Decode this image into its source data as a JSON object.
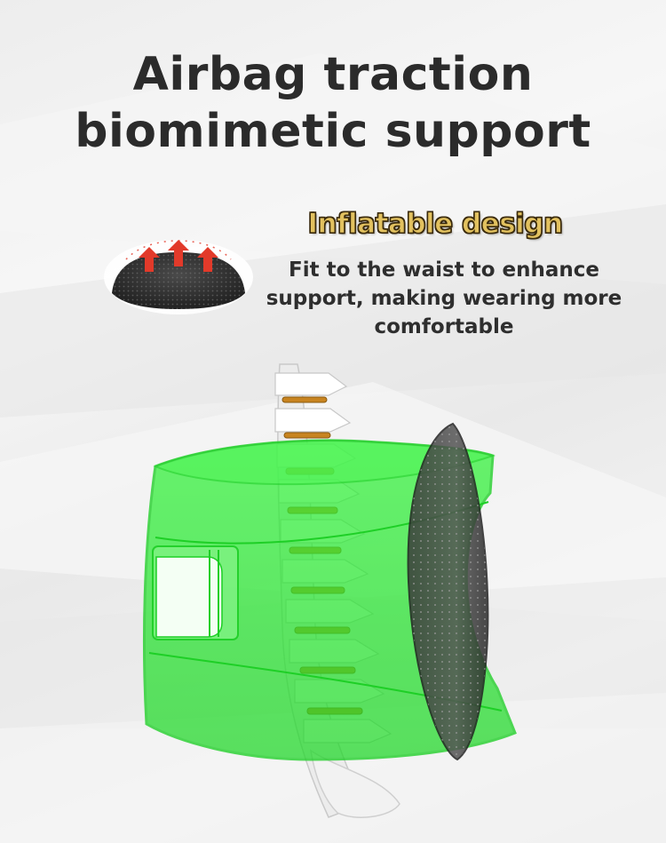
{
  "headline": {
    "line1": "Airbag traction",
    "line2": "biomimetic support"
  },
  "feature": {
    "title": "Inflatable design",
    "description": "Fit to the waist to enhance support, making wearing more comfortable"
  },
  "colors": {
    "headline_text": "#2b2b2b",
    "feature_title_fill": "#e2c15f",
    "feature_title_outline": "#3a2a0c",
    "belt_green": "#33f03a",
    "airbag_dark": "#2e2e2e",
    "arrow_red": "#e23a2a"
  },
  "icons": {
    "airbag_cushion": "airbag-cushion-icon",
    "inflate_arrows": "up-arrow-icon"
  }
}
